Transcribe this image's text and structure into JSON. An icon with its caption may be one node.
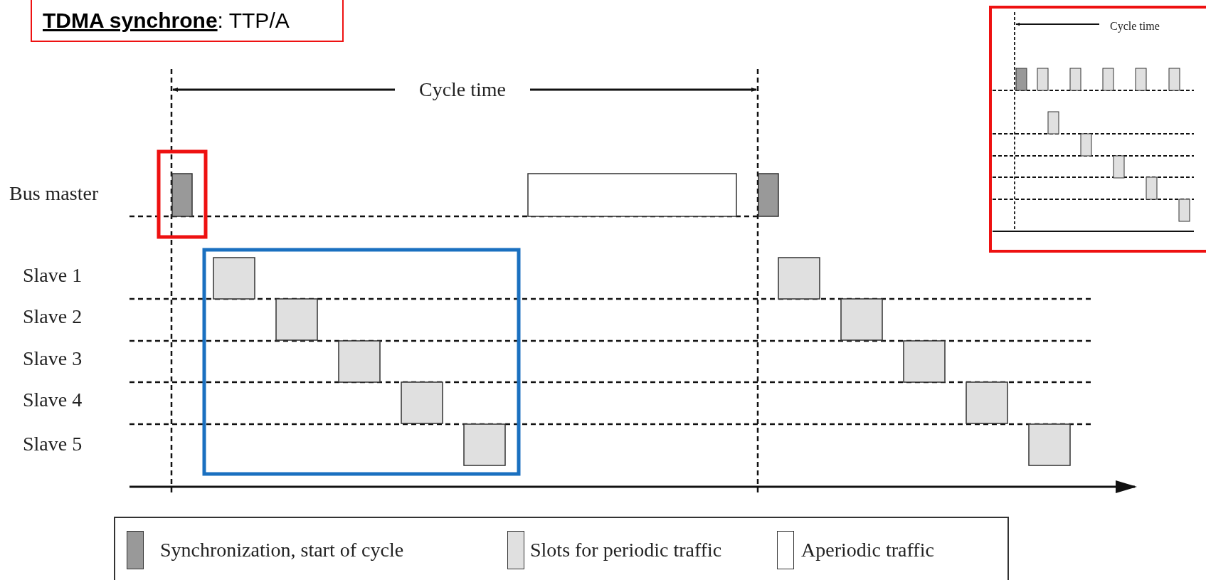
{
  "diagram": {
    "title": "**TDMA synchrone**: TTP/A",
    "labels": [
      "Cycle time",
      "Bus master",
      "Slave 1",
      "Slave 2",
      "Slave 3",
      "Slave 4",
      "Slave 5",
      "Cycle time"
    ],
    "legend": [
      {
        "text": "Synchronization, start of cycle",
        "color": "#999999"
      },
      {
        "text": "Slots for periodic traffic",
        "color": "#e0e0e0"
      },
      {
        "text": "Aperiodic traffic",
        "color": "#ffffff"
      }
    ]
  }
}
